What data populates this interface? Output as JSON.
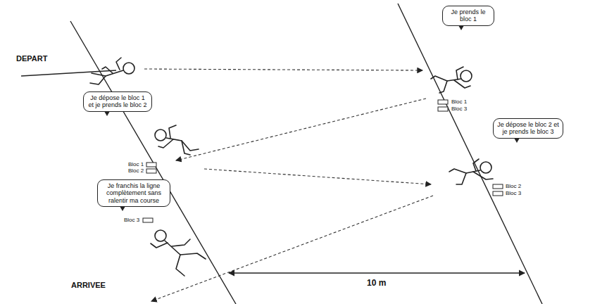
{
  "diagram": {
    "nodes": [
      {
        "text": [
          "Je prends le bloc 1"
        ]
      },
      {
        "text": [
          "Je dépose le bloc 1 et je prends le bloc 2"
        ]
      },
      {
        "text": [
          "Je dépose le bloc 2 et je prends le bloc 3"
        ]
      },
      {
        "text": [
          "Je franchis la ligne complètement sans ralentir ma course"
        ]
      }
    ],
    "labels": [
      "DEPART",
      "Bloc 1",
      "Bloc 3",
      "Bloc 1",
      "Bloc 2",
      "Bloc 2",
      "Bloc 3",
      "Bloc 3",
      "ARRIVEE",
      "10 m"
    ]
  }
}
